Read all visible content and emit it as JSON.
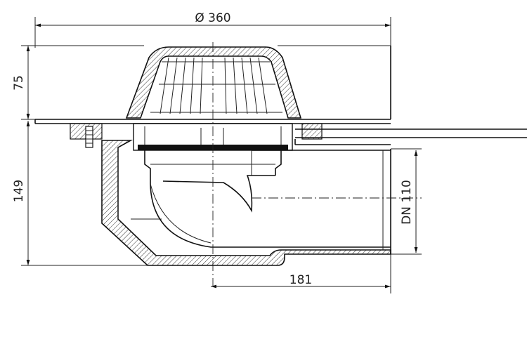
{
  "dimensions": {
    "diameter": "Ø 360",
    "height_top": "75",
    "height_body": "149",
    "offset": "181",
    "outlet": "DN 110"
  }
}
